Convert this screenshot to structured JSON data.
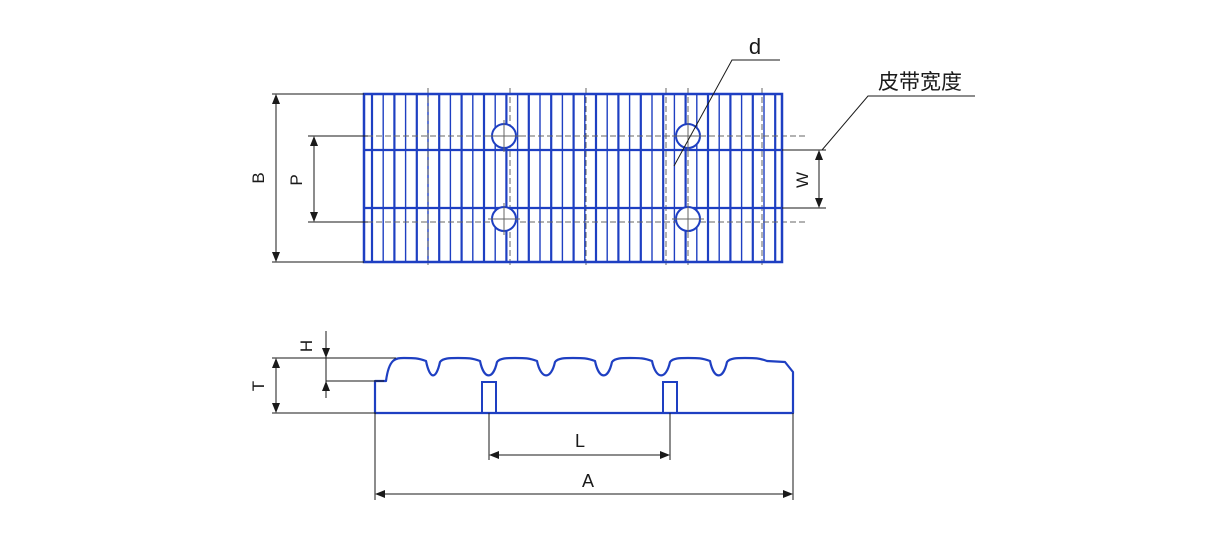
{
  "labels": {
    "B": "B",
    "P": "P",
    "W": "W",
    "d": "d",
    "belt_width": "皮带宽度",
    "H": "H",
    "T": "T",
    "L": "L",
    "A": "A"
  },
  "colors": {
    "belt": "#1e3fc2",
    "dimension": "#1a1a1a",
    "center_line": "#666666",
    "background": "#ffffff"
  }
}
